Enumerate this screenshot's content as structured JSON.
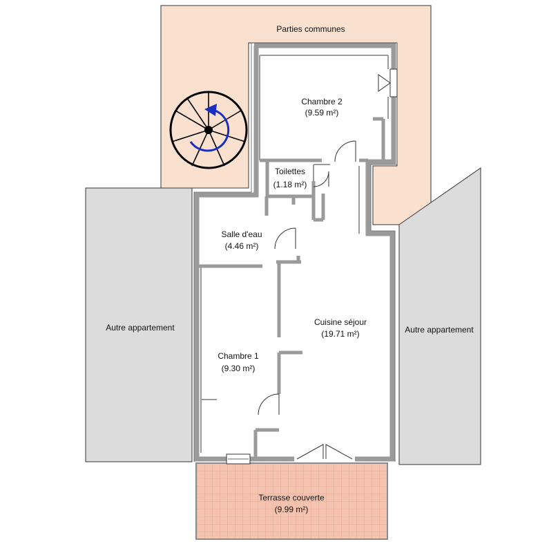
{
  "labels": {
    "common_areas": "Parties communes",
    "bedroom2_name": "Chambre 2",
    "bedroom2_area": "(9.59 m²)",
    "toilets_name": "Toilettes",
    "toilets_area": "(1.18 m²)",
    "shower_name": "Salle d'eau",
    "shower_area": "(4.46 m²)",
    "living_name": "Cuisine séjour",
    "living_area": "(19.71 m²)",
    "bedroom1_name": "Chambre 1",
    "bedroom1_area": "(9.30 m²)",
    "other_apt_left": "Autre appartement",
    "other_apt_right": "Autre appartement",
    "terrace_name": "Terrasse couverte",
    "terrace_area": "(9.99 m²)"
  },
  "colors": {
    "common_area_fill": "#f9e0cf",
    "neighbor_fill": "#dcdcdc",
    "wall": "#9a9a9a",
    "terrace_fill": "#f4c4b0",
    "terrace_grid": "#e8a48c",
    "stair_arrow": "#1a2fc0"
  },
  "icons": {
    "staircase": "spiral-staircase-icon",
    "door": "door-swing-icon",
    "window": "window-icon"
  }
}
